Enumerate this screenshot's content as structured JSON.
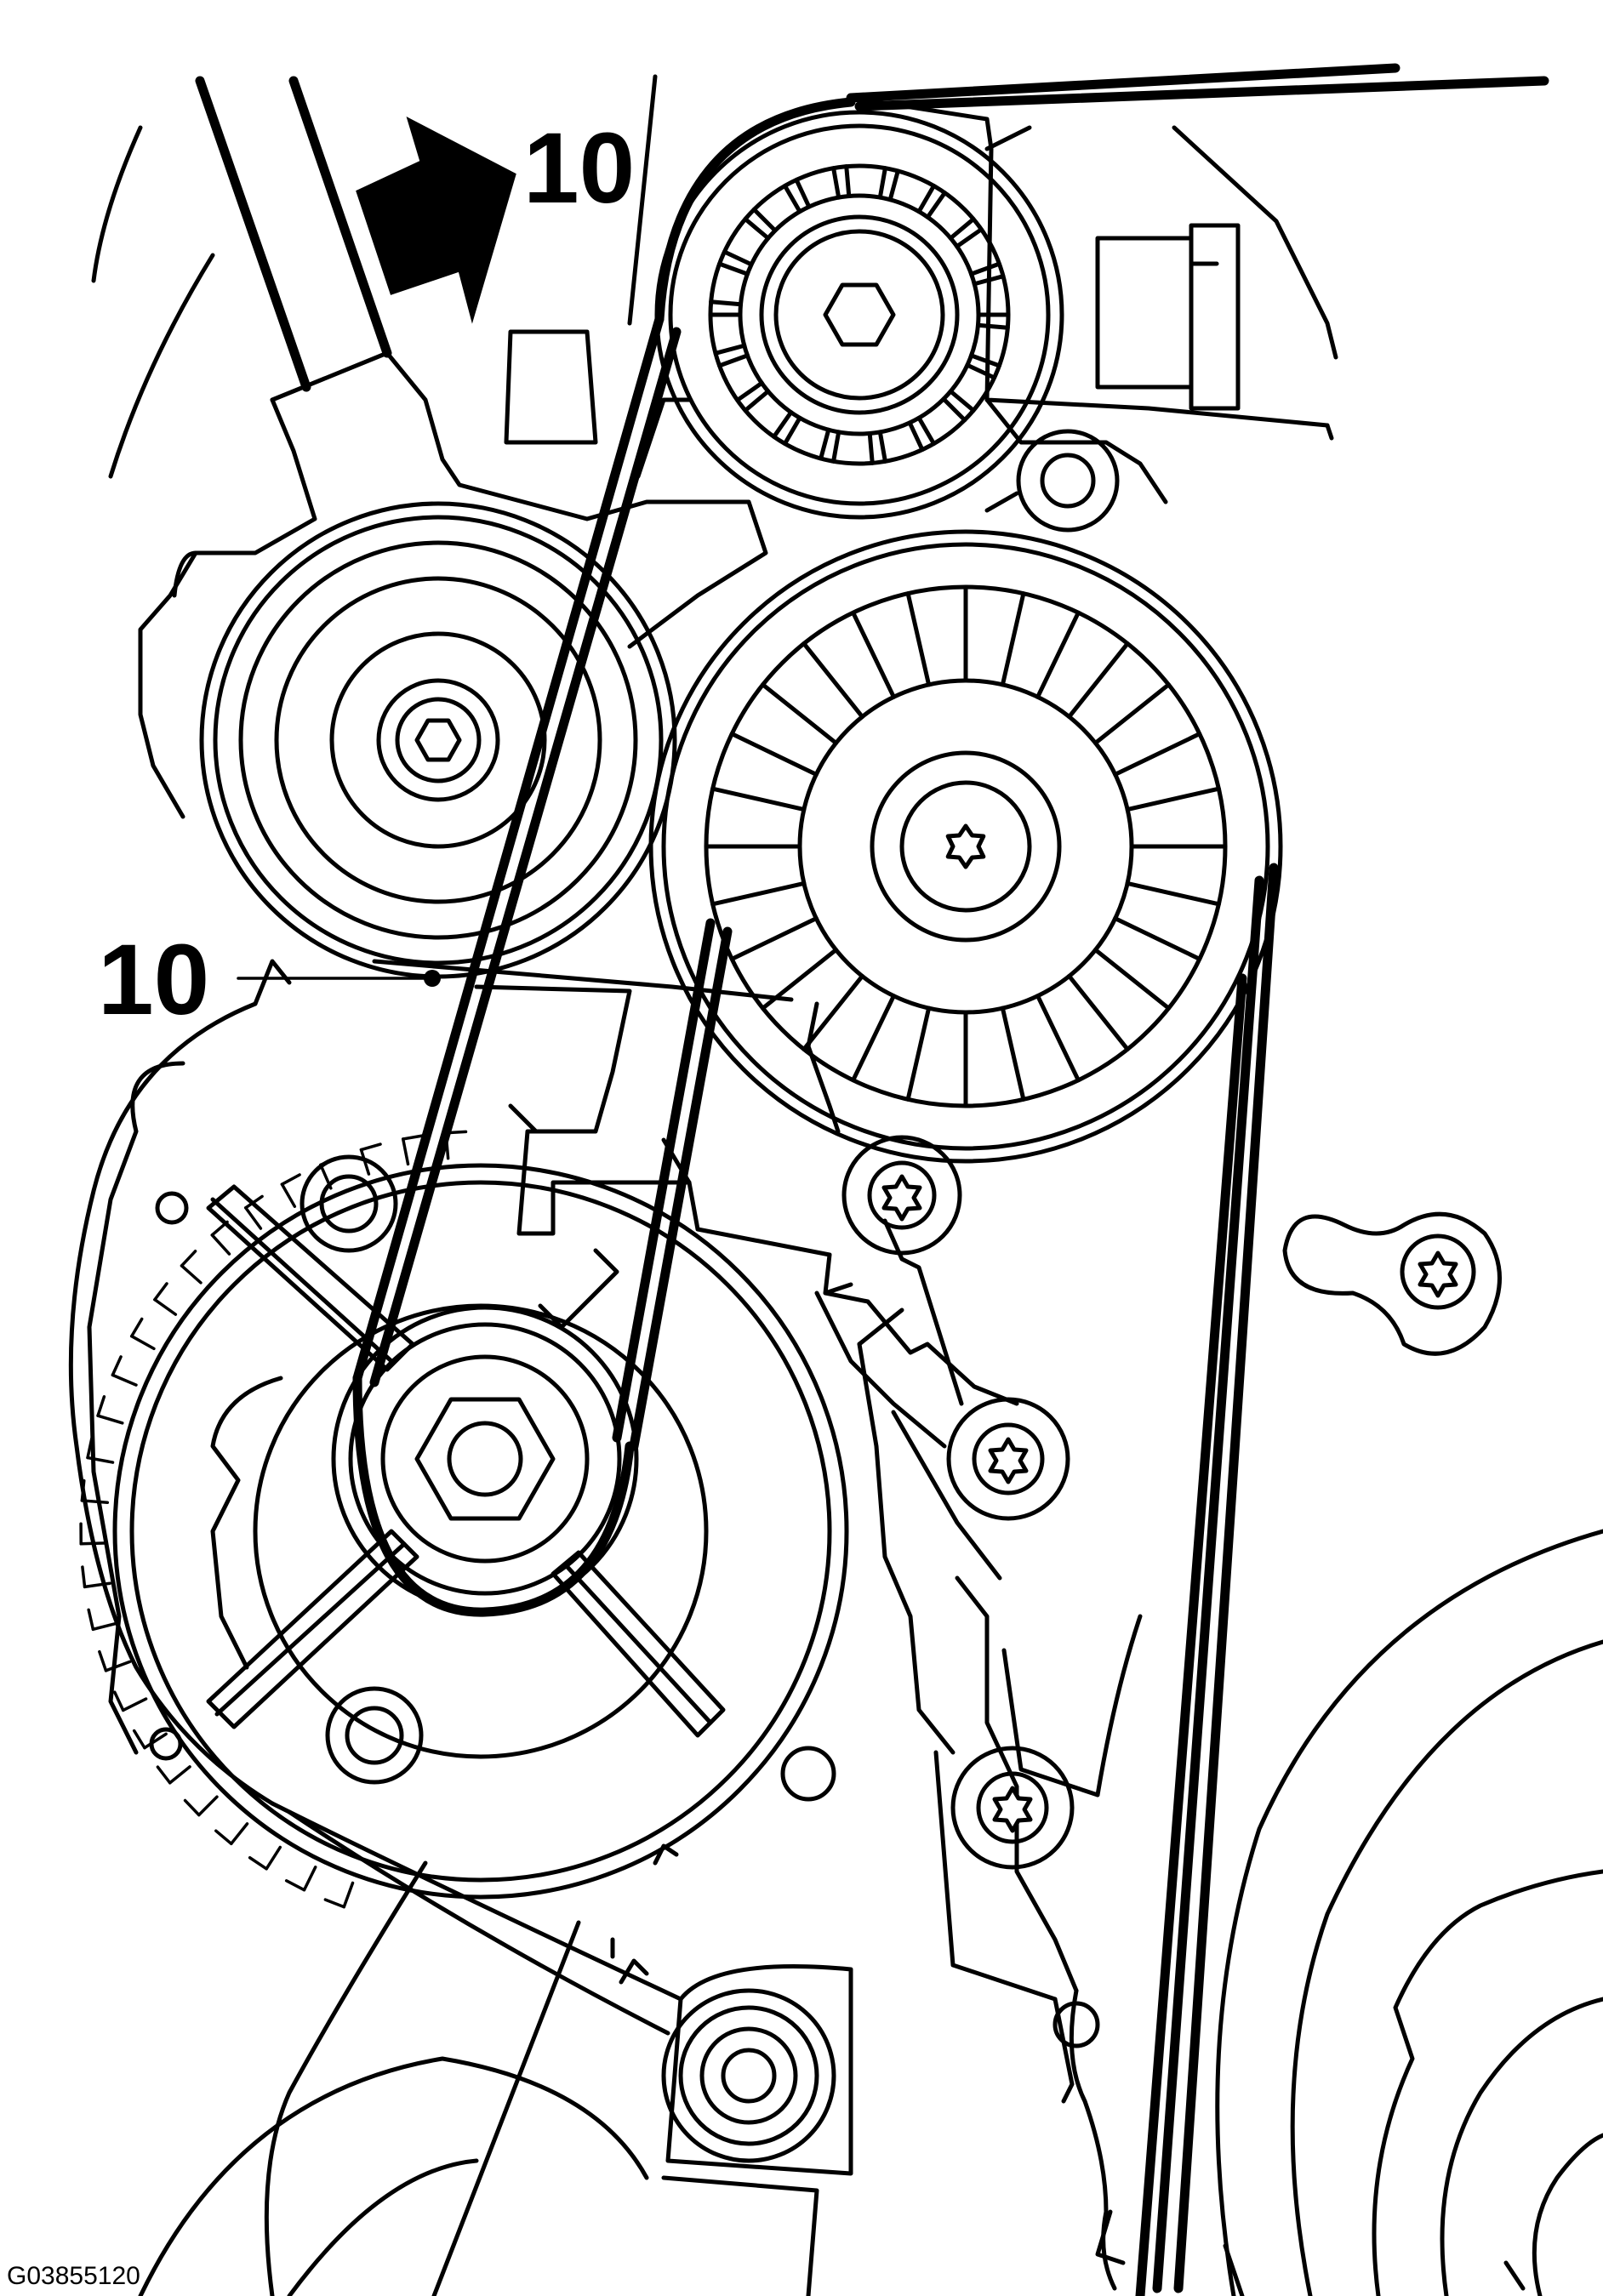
{
  "labels": {
    "callout_arrow": "10",
    "callout_leader": "10",
    "figure_code": "G03855120"
  },
  "colors": {
    "line": "#000000",
    "background": "#ffffff"
  }
}
